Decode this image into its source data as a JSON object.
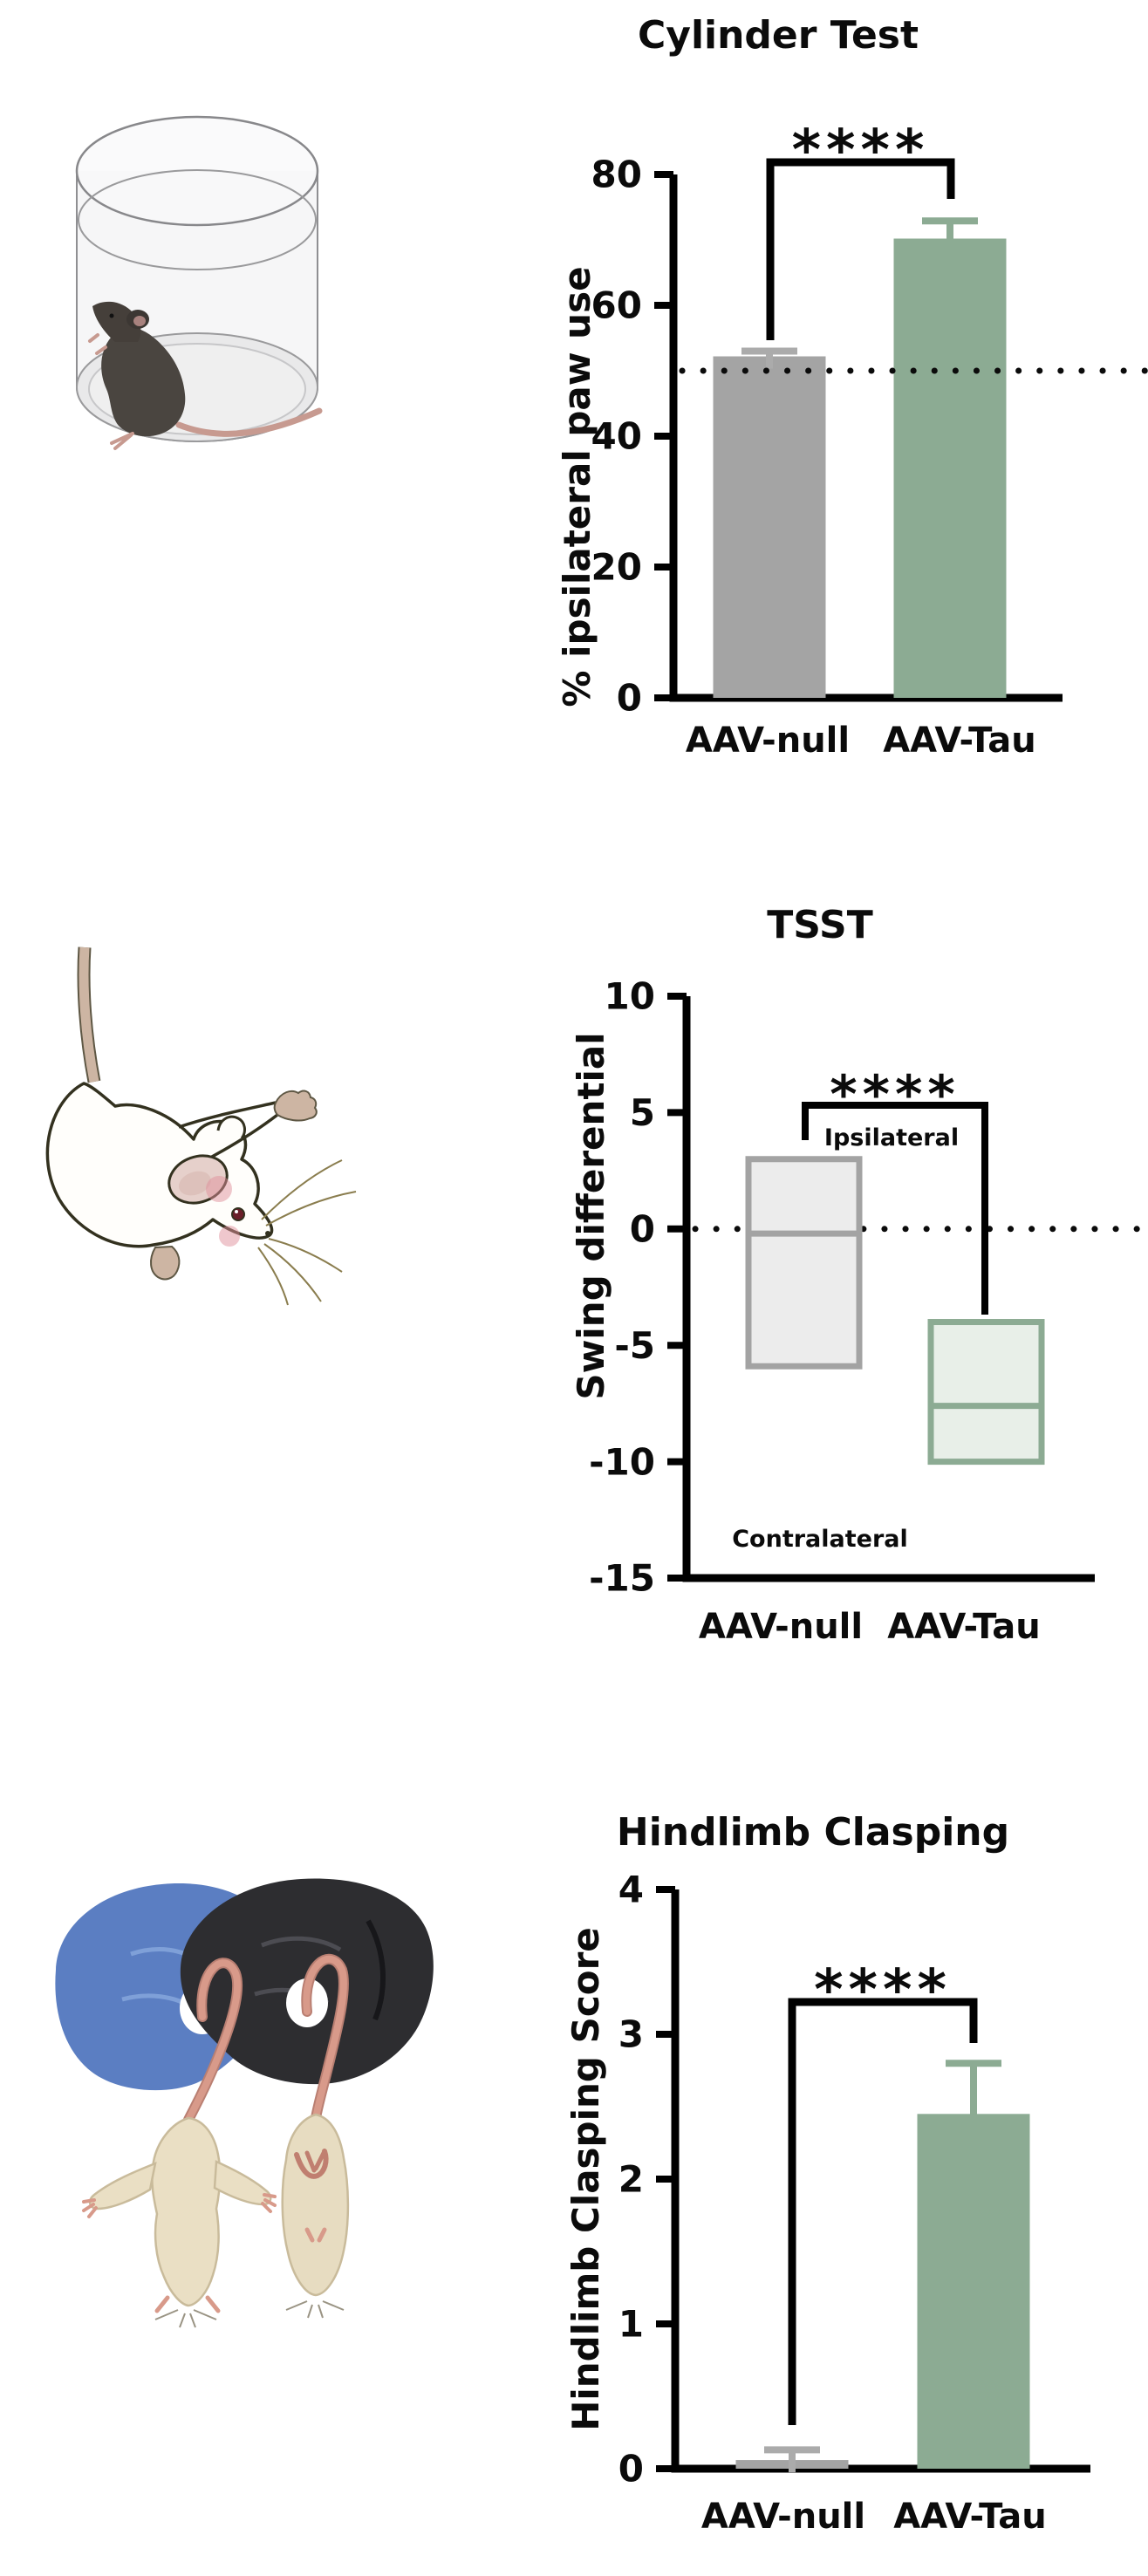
{
  "figure": {
    "background": "#ffffff",
    "panels": [
      "Cylinder Test",
      "TSST",
      "Hindlimb Clasping"
    ]
  },
  "colors": {
    "axis_black": "#000000",
    "bar_gray": "#a4a4a4",
    "bar_gray_error": "#ababab",
    "bar_green": "#8cab93",
    "box_gray_fill": "#ececec",
    "box_gray_stroke": "#a3a3a3",
    "box_green_fill": "#e8efe8",
    "box_green_stroke": "#8cab93",
    "glove_blue": "#5b7ec2",
    "glove_black": "#2d2d30",
    "mouse_dark": "#4a4540",
    "mouse_cream": "#eadfc4",
    "tail_pink": "#d89a8a",
    "tail_tan": "#cdb5a3"
  },
  "illustrations": [
    {
      "name": "cylinder-test-mouse-illustration"
    },
    {
      "name": "tail-suspension-mouse-illustration"
    },
    {
      "name": "hindlimb-clasping-gloves-illustration"
    }
  ],
  "chart_data": [
    {
      "id": "cylinder",
      "type": "bar",
      "title": "Cylinder Test",
      "ylabel": "% ipsilateral paw use",
      "categories": [
        "AAV-null",
        "AAV-Tau"
      ],
      "values": [
        52.2,
        70.2
      ],
      "errors_plus": [
        0.8,
        2.7
      ],
      "ylim": [
        0,
        80
      ],
      "yticks": [
        0,
        20,
        40,
        60,
        80
      ],
      "reference_line_y": 50,
      "significance": "****",
      "bar_colors": [
        "#a4a4a4",
        "#8cab93"
      ],
      "err_colors": [
        "#ababab",
        "#8cab93"
      ],
      "legend_position": "none",
      "grid": false
    },
    {
      "id": "tsst",
      "type": "box",
      "title": "TSST",
      "ylabel": "Swing differential",
      "categories": [
        "AAV-null",
        "AAV-Tau"
      ],
      "boxes": [
        {
          "q3": 3.0,
          "median": -0.2,
          "q1": -5.9
        },
        {
          "q3": -4.0,
          "median": -7.6,
          "q1": -10.0
        }
      ],
      "ylim": [
        -15,
        10
      ],
      "yticks": [
        -15,
        -10,
        -5,
        0,
        5,
        10
      ],
      "reference_line_y": 0,
      "significance": "****",
      "annotations": [
        {
          "text": "Ipsilateral"
        },
        {
          "text": "Contralateral"
        }
      ],
      "box_fill": [
        "#ececec",
        "#e8efe8"
      ],
      "box_stroke": [
        "#a3a3a3",
        "#8cab93"
      ],
      "legend_position": "none",
      "grid": false
    },
    {
      "id": "clasping",
      "type": "bar",
      "title": "Hindlimb Clasping",
      "ylabel": "Hindlimb Clasping Score",
      "categories": [
        "AAV-null",
        "AAV-Tau"
      ],
      "values": [
        0.06,
        2.45
      ],
      "errors_plus": [
        0.07,
        0.35
      ],
      "ylim": [
        0,
        4
      ],
      "yticks": [
        0,
        1,
        2,
        3,
        4
      ],
      "reference_line_y": null,
      "significance": "****",
      "bar_colors": [
        "#a4a4a4",
        "#8cab93"
      ],
      "err_colors": [
        "#ababab",
        "#8cab93"
      ],
      "legend_position": "none",
      "grid": false
    }
  ]
}
